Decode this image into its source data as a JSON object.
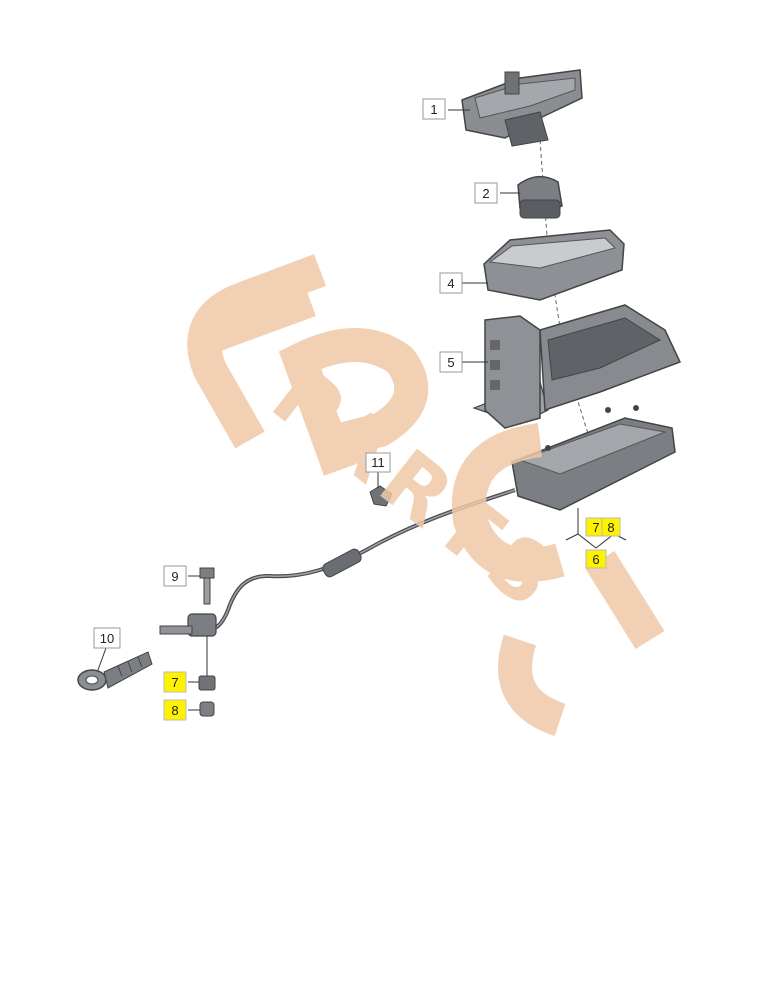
{
  "callouts": [
    {
      "id": "1",
      "text": "1",
      "highlight": false
    },
    {
      "id": "2",
      "text": "2",
      "highlight": false
    },
    {
      "id": "4",
      "text": "4",
      "highlight": false
    },
    {
      "id": "5",
      "text": "5",
      "highlight": false
    },
    {
      "id": "6",
      "text": "6",
      "highlight": true
    },
    {
      "id": "7a",
      "text": "7",
      "highlight": true
    },
    {
      "id": "8a",
      "text": "8",
      "highlight": true
    },
    {
      "id": "7b",
      "text": "7",
      "highlight": true
    },
    {
      "id": "8b",
      "text": "8",
      "highlight": true
    },
    {
      "id": "9",
      "text": "9",
      "highlight": false
    },
    {
      "id": "10",
      "text": "10",
      "highlight": false
    },
    {
      "id": "11",
      "text": "11",
      "highlight": false
    }
  ],
  "watermark": {
    "main": "EPC",
    "sub": "PARTS",
    "color": "#f0c8a8"
  },
  "colors": {
    "highlight": "#fff200",
    "part_fill": "#8a8d92",
    "part_dark": "#55595e",
    "line": "#333333"
  }
}
